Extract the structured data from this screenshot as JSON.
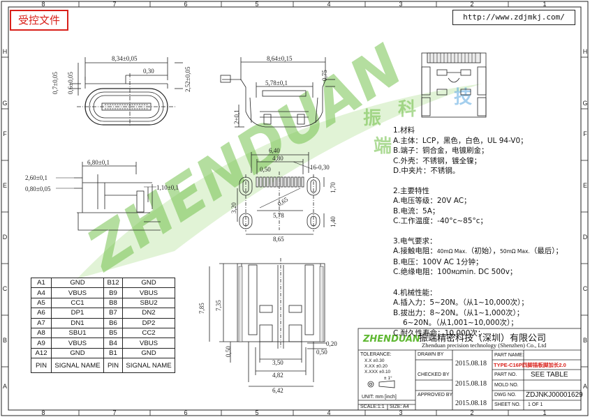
{
  "header": {
    "stamp": "受控文件",
    "url": "http://www.zdjmkj.com/",
    "col_numbers": [
      "8",
      "7",
      "6",
      "5",
      "4",
      "3",
      "2",
      "1"
    ],
    "row_letters": [
      "H",
      "G",
      "F",
      "E",
      "D",
      "C",
      "B",
      "A"
    ]
  },
  "dimensions": {
    "top_width": "8,34±0,05",
    "top_h1": "0,7±0,05",
    "top_h2": "0,6±0,05",
    "top_r": "0,30",
    "top_h3": "2,52±0,05",
    "side_width": "8,64±0,15",
    "side_inner": "5,78±0,1",
    "side_h": "0,75",
    "side_v": "2±0,1",
    "left_6_80": "6,80±0,1",
    "left_2_60": "2,60±0,1",
    "left_0_80": "0,80±0,05",
    "left_1_10": "1,10±0,1",
    "fp_6_40": "6,40",
    "fp_4_80": "4,80",
    "fp_0_50": "0,50",
    "fp_16": "16-0,30",
    "fp_1_70": "1,70",
    "fp_3_20": "3,20",
    "fp_0_65": "0,65",
    "fp_5_78": "5,78",
    "fp_8_65": "8,65",
    "fp_1_40": "1,40",
    "bt_7_85": "7,85",
    "bt_7_35": "7,35",
    "bt_0_50": "0,50",
    "bt_0_20": "0,20",
    "bt_0_50b": "0,50",
    "bt_3_50": "3,50",
    "bt_4_82": "4,82",
    "bt_6_42": "6,42"
  },
  "notes": {
    "s1_title": "1.材料",
    "s1_a": "A.主体：LCP，黑色，白色，UL 94-V0；",
    "s1_b": "B.端子：铜合金，电镀刷金；",
    "s1_c": "C.外壳：不锈钢，镀全镍；",
    "s1_d": "D.中夹片：不锈钢。",
    "s2_title": "2.主要特性",
    "s2_a": "A.电压等级：20V AC；",
    "s2_b": "B.电流：5A；",
    "s2_c": "C.工作温度：-40°c~85°c；",
    "s3_title": "3.电气要求：",
    "s3_a1": "A.接触电阻：",
    "s3_a2": "40mΩ Max.",
    "s3_a3": "（初始），",
    "s3_a4": "50mΩ Max.",
    "s3_a5": "（最后）；",
    "s3_b": "B.电压：100V AC 1分钟；",
    "s3_c1": "C.绝缘电阻：100",
    "s3_c2": "MΩ",
    "s3_c3": "min. DC 500v；",
    "s4_title": "4.机械性能：",
    "s4_a": "A.插入力：5~20N。（从1~10,000次）；",
    "s4_b": "B.拔出力：8~20N。（从1~1,000次）；",
    "s4_b2": "6~20N。（从1,001~10,000次）；",
    "s4_c": "C.耐久性寿命：10,000次；"
  },
  "pin_table": {
    "rows": [
      {
        "a": "A1",
        "an": "GND",
        "b": "B12",
        "bn": "GND"
      },
      {
        "a": "A4",
        "an": "VBUS",
        "b": "B9",
        "bn": "VBUS"
      },
      {
        "a": "A5",
        "an": "CC1",
        "b": "B8",
        "bn": "SBU2"
      },
      {
        "a": "A6",
        "an": "DP1",
        "b": "B7",
        "bn": "DN2"
      },
      {
        "a": "A7",
        "an": "DN1",
        "b": "B6",
        "bn": "DP2"
      },
      {
        "a": "A8",
        "an": "SBU1",
        "b": "B5",
        "bn": "CC2"
      },
      {
        "a": "A9",
        "an": "VBUS",
        "b": "B4",
        "bn": "VBUS"
      },
      {
        "a": "A12",
        "an": "GND",
        "b": "B1",
        "bn": "GND"
      }
    ],
    "header": {
      "a": "PIN",
      "an": "SIGNAL NAME",
      "b": "PIN",
      "bn": "SIGNAL NAME"
    }
  },
  "title_block": {
    "logo": "ZHENDUAN",
    "company_cn": "振端精密科技（深圳）有限公司",
    "company_en": "Zhenduan precision technology (Shenzhen) Co., Ltd",
    "tolerance": "TOLERANCE:",
    "tol_rows": [
      "X.X  ±0.30",
      "X.XX  ±0.20",
      "X.XXX ±0.10"
    ],
    "tol_angle": "± 1°",
    "unit": "UNIT:  mm  [inch]",
    "scale": "SCALE:1:1",
    "size": "SIZE: A4",
    "drawn_by": "DRAWN BY",
    "checked_by": "CHECKED BY",
    "approved_by": "APPROVED BY",
    "date1": "2015.08.18",
    "date2": "2015.08.18",
    "date3": "2015.08.18",
    "part_name_label": "PART NAME:",
    "part_name": "TYPE-C16P四脚插板脚加长2.0",
    "part_no_label": "PART NO.",
    "part_no": "SEE TABLE",
    "mold_no_label": "MOLD NO.",
    "dwg_no_label": "DWG NO.",
    "dwg_no": "ZDJNKJ00001629",
    "sheet_no_label": "SHEET NO.",
    "sheet_no": "1 OF 1"
  },
  "watermark": {
    "text": "ZHENDUAN",
    "cn": [
      "振",
      "端",
      "科",
      "技"
    ]
  },
  "colors": {
    "stamp": "#d9201a",
    "watermark_green": "#5fb832",
    "watermark_blue": "#2a8fd8",
    "line": "#222222"
  }
}
